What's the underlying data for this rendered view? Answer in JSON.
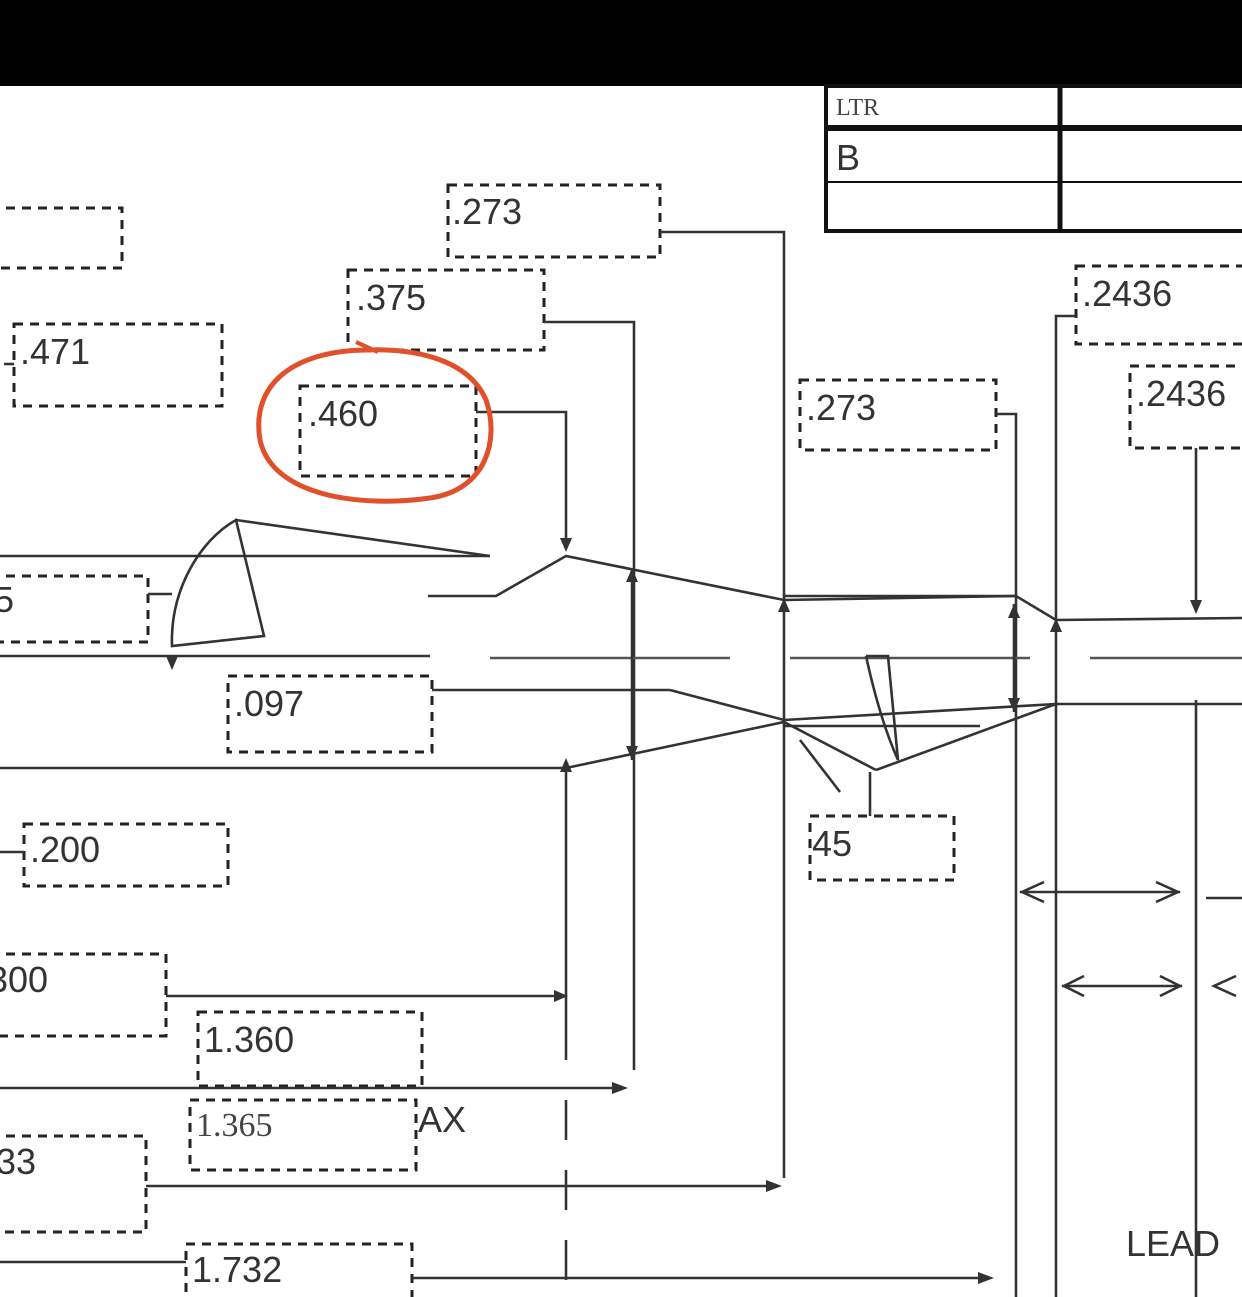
{
  "revision_table": {
    "header": "LTR",
    "row_letter": "B"
  },
  "dimensions": {
    "d273_top": ".273",
    "d375": ".375",
    "d471": ".471",
    "d460": ".460",
    "d273_mid": ".273",
    "d2436_a": ".2436",
    "d2436_b": ".2436",
    "d5_left": "5",
    "d097": ".097",
    "d45": "45",
    "d200": ".200",
    "d800_left": "300",
    "d1360": "1.360",
    "d1365": "1.365",
    "max_suffix": "AX",
    "d33_left": "33",
    "d1732": "1.732",
    "lead_label": "LEAD"
  },
  "annotation": {
    "highlight_color": "#e0502a",
    "highlighted_dimension": ".460"
  },
  "colors": {
    "background": "#ffffff",
    "top_bar": "#000000",
    "ink": "#333333"
  }
}
